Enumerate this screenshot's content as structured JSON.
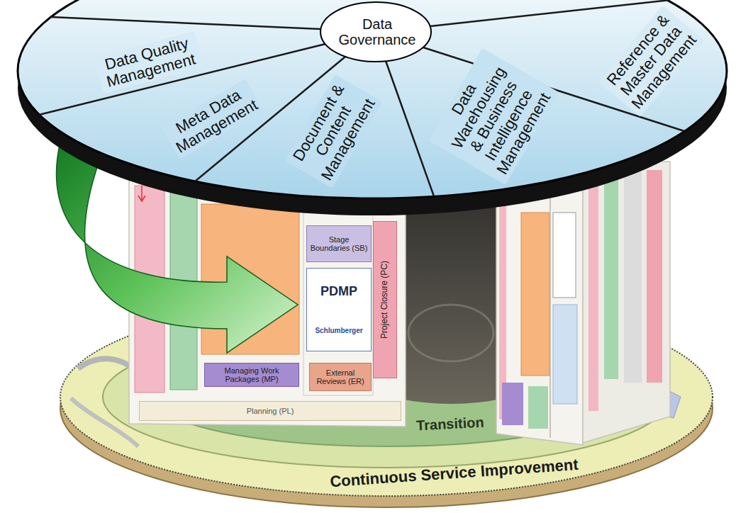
{
  "diagram": {
    "nodes": [
      {
        "text": [
          "Data Governance"
        ]
      },
      {
        "text": [
          "Data Quality Management"
        ]
      },
      {
        "text": [
          "Meta Data Management"
        ]
      },
      {
        "text": [
          "Document & Content Management"
        ]
      },
      {
        "text": [
          "Data Warehousing & Business Intelligence Management"
        ]
      },
      {
        "text": [
          "Reference & Master Data Management"
        ]
      },
      {
        "text": [
          "Stage Boundaries (SB)"
        ]
      },
      {
        "text": [
          "PDMP",
          "Schlumberger"
        ]
      },
      {
        "text": [
          "Project Closure (PC)"
        ]
      },
      {
        "text": [
          "Managing Work Packages (MP)"
        ]
      },
      {
        "text": [
          "External Reviews (ER)"
        ]
      },
      {
        "text": [
          "Planning (PL)"
        ]
      }
    ],
    "labels": [
      "Transition",
      "Continuous Service Improvement"
    ]
  }
}
